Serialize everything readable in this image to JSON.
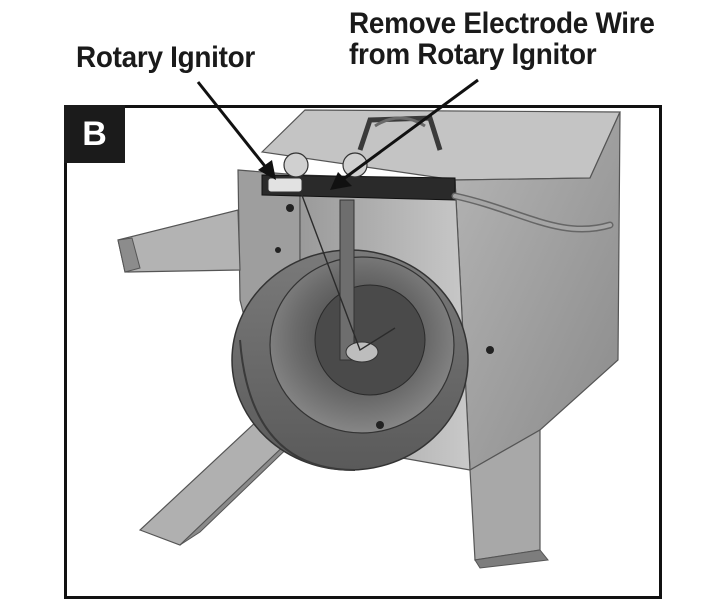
{
  "callouts": {
    "rotary_ignitor": "Rotary Ignitor",
    "remove_line1": "Remove Electrode Wire",
    "remove_line2": "from Rotary Ignitor"
  },
  "figure": {
    "badge": "B"
  },
  "colors": {
    "frame": "#111111",
    "badge_bg": "#1b1b1b",
    "metal_light": "#b9b9b9",
    "metal_mid": "#8f8f8f",
    "metal_dark": "#4a4a4a"
  }
}
